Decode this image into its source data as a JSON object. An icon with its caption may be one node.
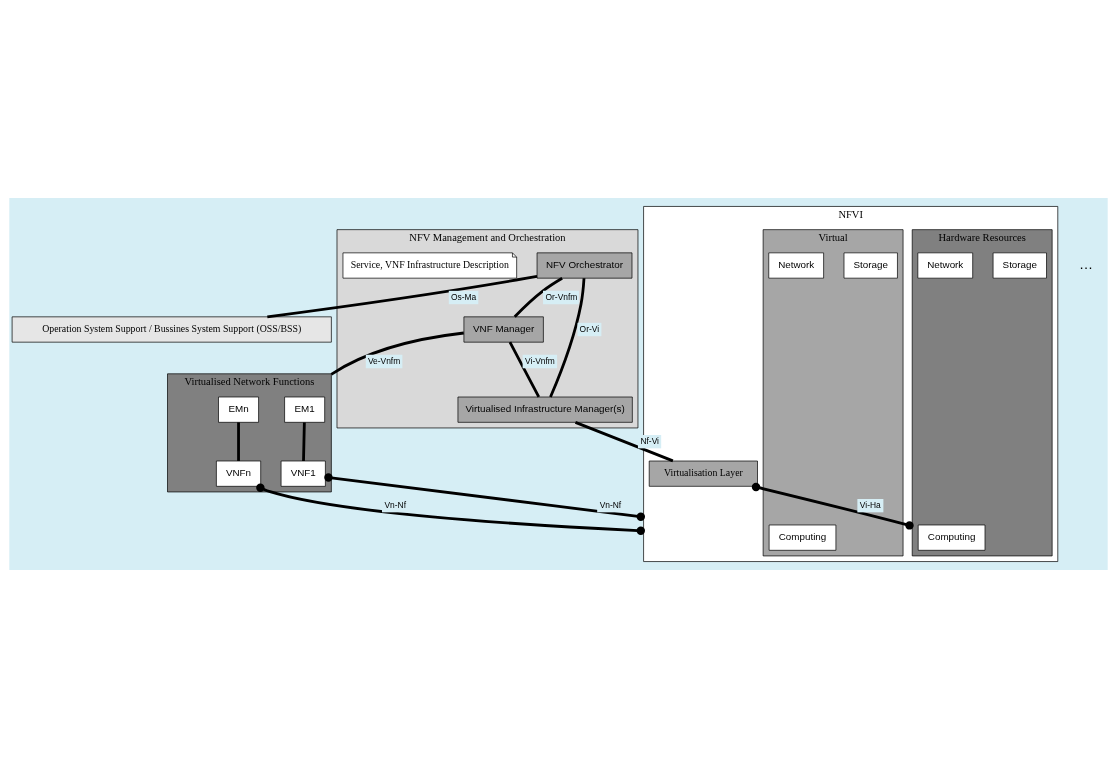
{
  "diagram": {
    "nodes": [
      {
        "text": [
          "NFV Management and Orchestration"
        ]
      },
      {
        "text": [
          "NFV Orchestrator"
        ],
        "in": 0
      },
      {
        "text": [
          "VNF Manager"
        ],
        "in": 0
      },
      {
        "text": [
          "Service, VNF Infrastructure Description"
        ],
        "in": 0
      },
      {
        "text": [
          "Virtualised Infrastructure Manager(s)"
        ],
        "in": 0
      },
      {
        "text": [
          "Operation System Support / Bussines System Support (OSS/BSS)"
        ]
      },
      {
        "text": [
          "Virtualised Network Functions"
        ]
      },
      {
        "text": [
          "EM1"
        ],
        "in": 6
      },
      {
        "text": [
          "EMn"
        ],
        "in": 6
      },
      {
        "text": [
          "VNF1"
        ],
        "in": 6
      },
      {
        "text": [
          "VNFn"
        ],
        "in": 6
      },
      {
        "text": [
          "NFVI"
        ]
      },
      {
        "text": [
          "Virtual"
        ],
        "in": 11
      },
      {
        "text": [
          "Computing"
        ],
        "in": 12
      },
      {
        "text": [
          "Storage"
        ],
        "in": 12
      },
      {
        "text": [
          "Network"
        ],
        "in": 12
      },
      {
        "text": [
          "Virtualisation Layer"
        ],
        "in": 11
      },
      {
        "text": [
          "Hardware Resources"
        ],
        "in": 11
      },
      {
        "text": [
          "Computing"
        ],
        "in": 17
      },
      {
        "text": [
          "Storage"
        ],
        "in": 17
      },
      {
        "text": [
          "Network"
        ],
        "in": 17
      }
    ],
    "edges": [
      {
        "from": 1,
        "to": 5,
        "arrow": "none",
        "label": "Os-Ma"
      },
      {
        "from": 1,
        "to": 2,
        "arrow": "none",
        "label": "Or-Vnfm"
      },
      {
        "from": 2,
        "to": 6,
        "arrow": "none",
        "label": "Ve-Vnfm"
      },
      {
        "from": 2,
        "to": 4,
        "arrow": "none",
        "label": "Vi-Vnfm"
      },
      {
        "from": 1,
        "to": 4,
        "arrow": "none",
        "label": "Or-Vi"
      },
      {
        "from": 4,
        "to": 16,
        "arrow": "none",
        "label": "Nf-Vi"
      },
      {
        "from": 7,
        "to": 9,
        "arrow": "none"
      },
      {
        "from": 8,
        "to": 10,
        "arrow": "none"
      },
      {
        "from": 9,
        "to": 11,
        "arrow": "other",
        "label": "Vn-Nf"
      },
      {
        "from": 10,
        "to": 11,
        "arrow": "other",
        "label": "Vn-Nf"
      },
      {
        "from": 16,
        "to": 17,
        "arrow": "other",
        "label": "Vi-Ha"
      }
    ],
    "labels": [
      "…"
    ]
  }
}
